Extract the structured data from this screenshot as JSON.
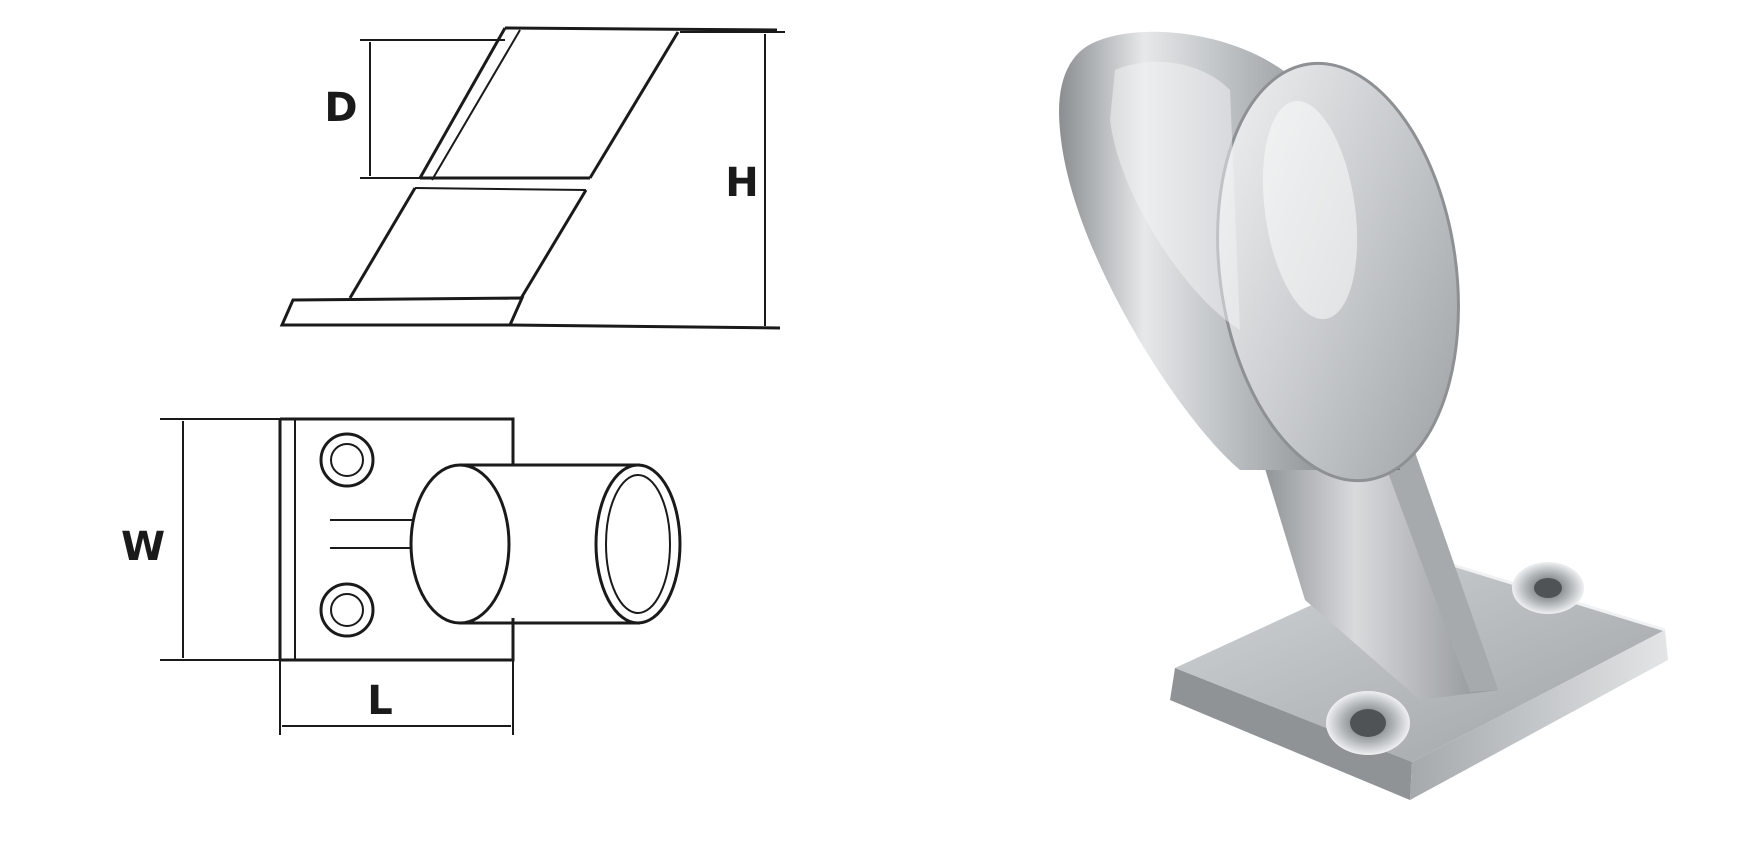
{
  "drawing": {
    "side_view": {
      "dimension_labels": {
        "d": "D",
        "h": "H"
      }
    },
    "top_view": {
      "dimension_labels": {
        "w": "W",
        "l": "L"
      }
    }
  },
  "photo": {
    "material_color": "#b9bcbf",
    "highlight_color": "#f2f3f4",
    "shadow_color": "#6e7275"
  }
}
